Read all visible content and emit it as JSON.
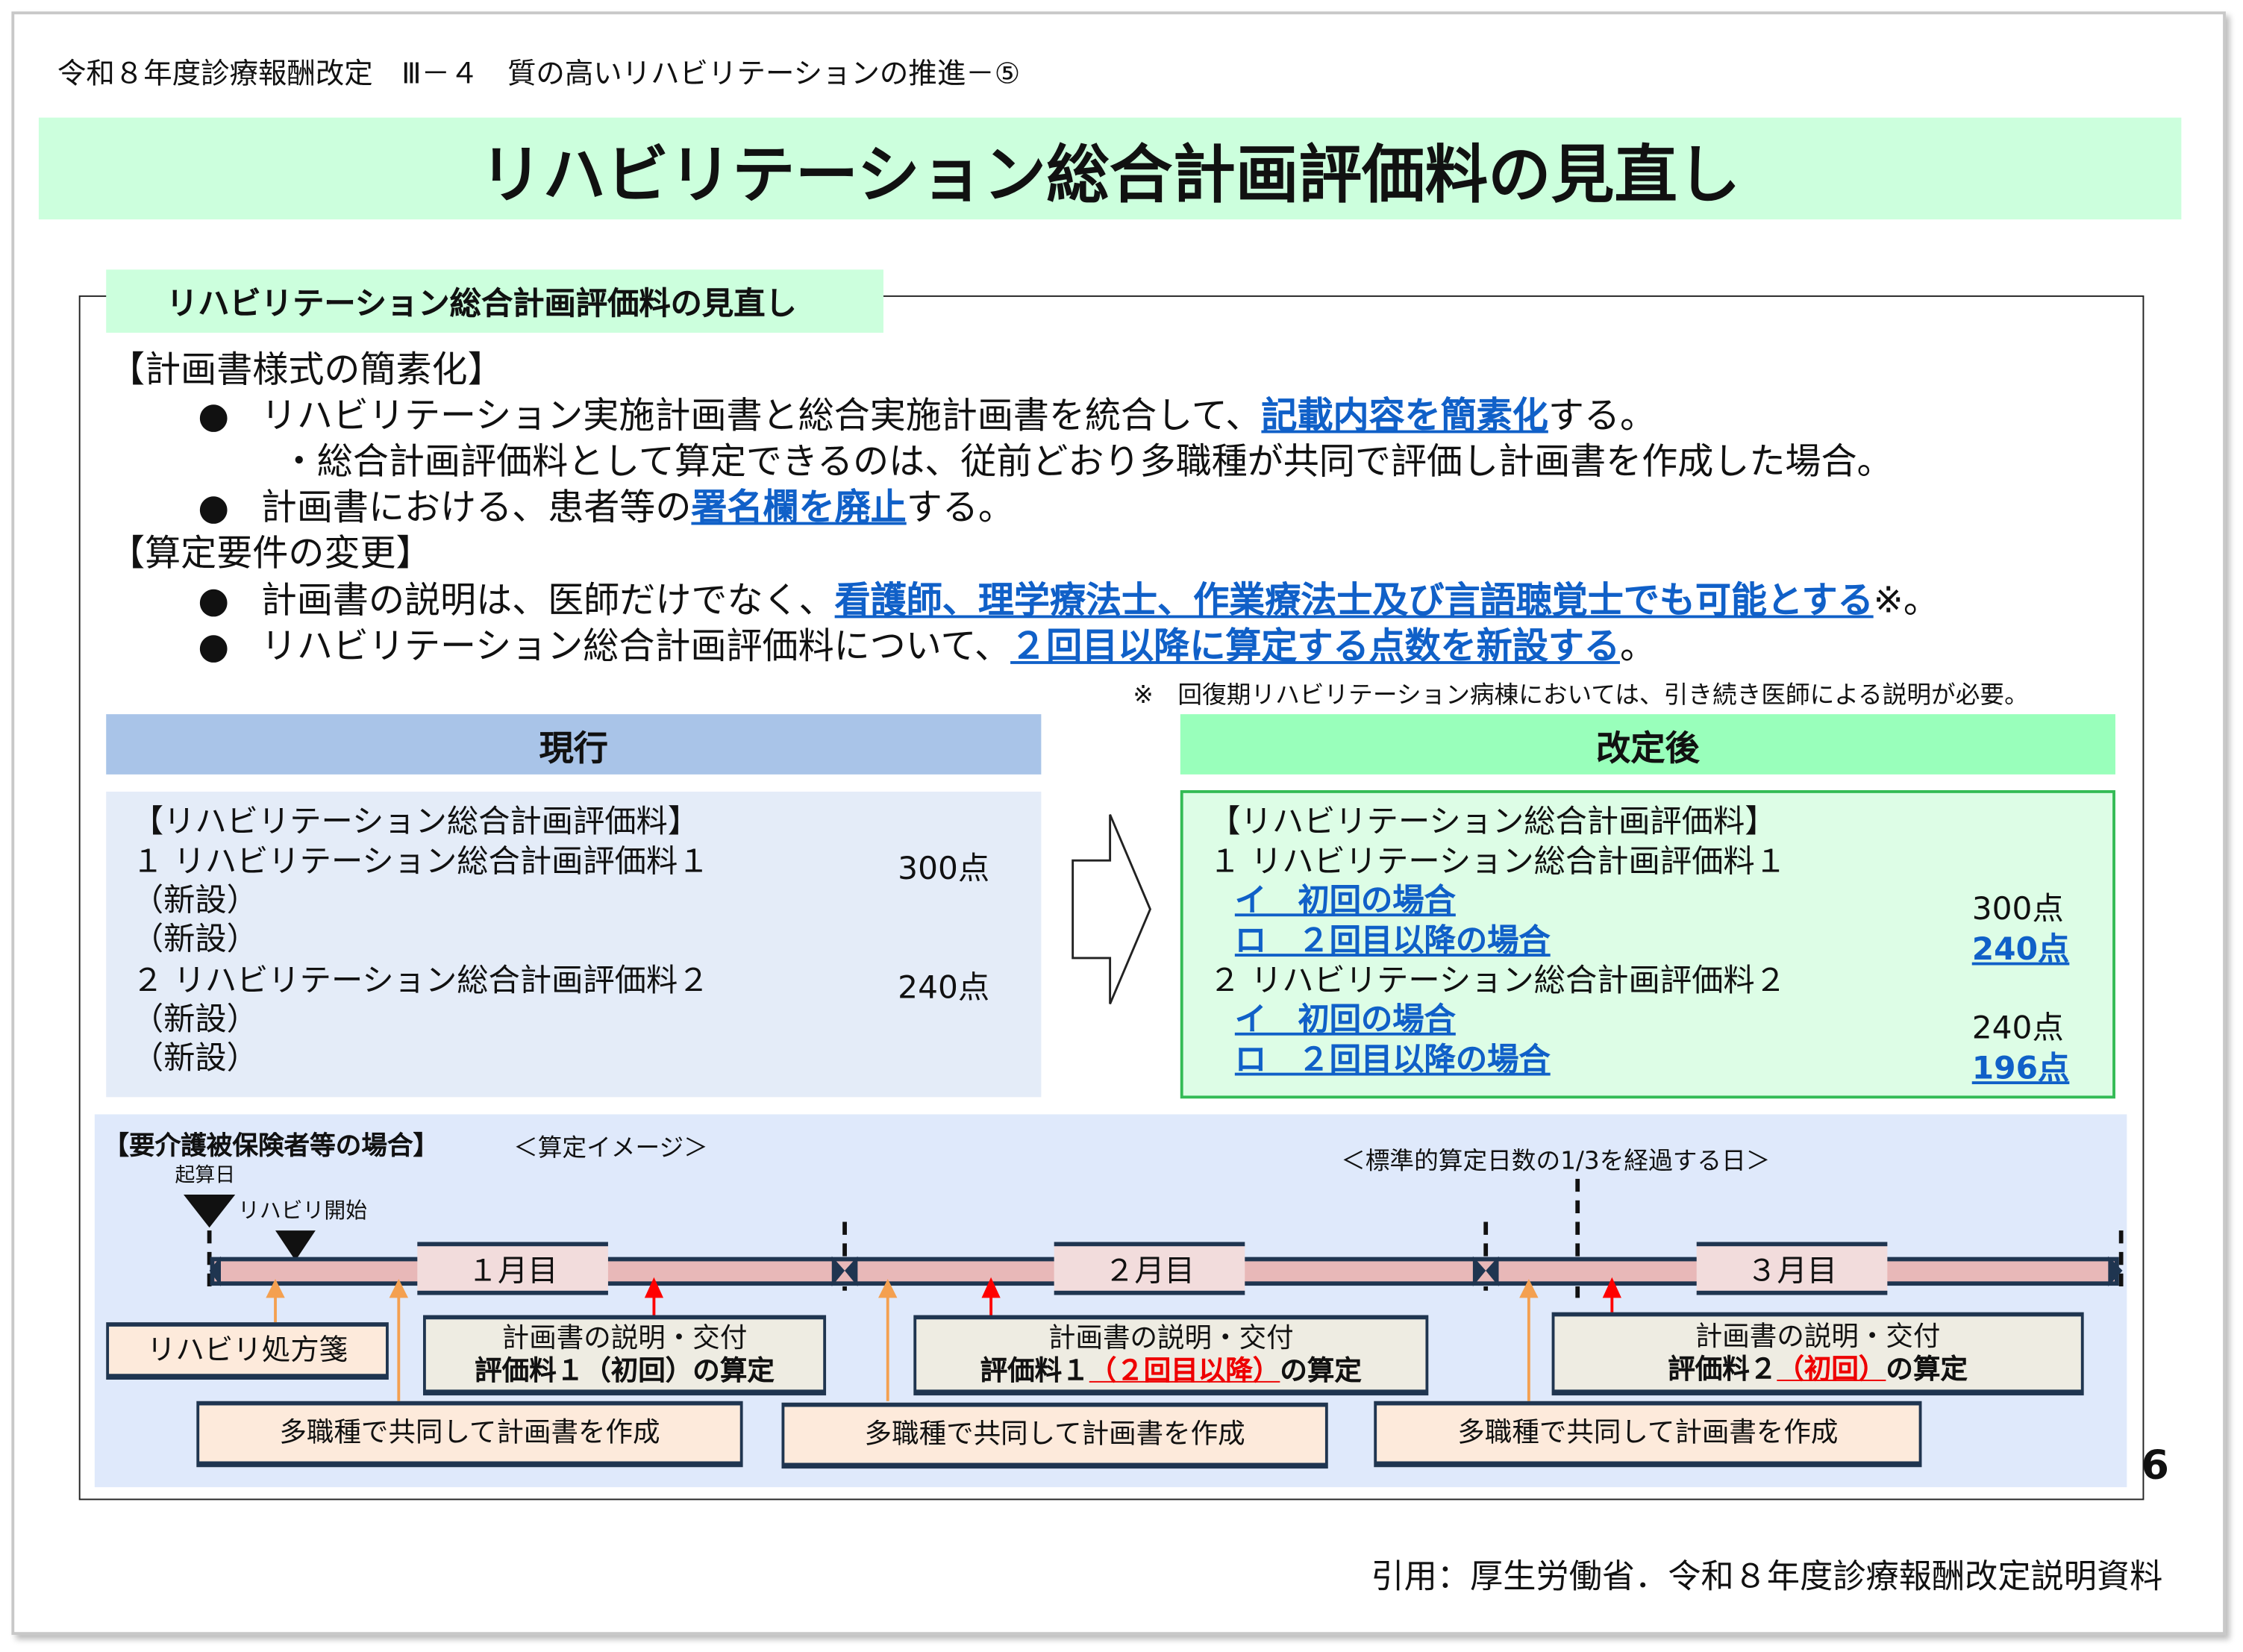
{
  "header": {
    "breadcrumb": "令和８年度診療報酬改定　Ⅲ－４　質の高いリハビリテーションの推進－⑤",
    "title": "リハビリテーション総合計画評価料の見直し"
  },
  "section": {
    "tab_label": "リハビリテーション総合計画評価料の見直し",
    "heading1": "【計画書様式の簡素化】",
    "b1_pre": "リハビリテーション実施計画書と総合実施計画書を統合して、",
    "b1_link": "記載内容を簡素化",
    "b1_post": "する。",
    "sub1": "・総合計画評価料として算定できるのは、従前どおり多職種が共同で評価し計画書を作成した場合。",
    "b2_pre": "計画書における、患者等の",
    "b2_link": "署名欄を廃止",
    "b2_post": "する。",
    "heading2": "【算定要件の変更】",
    "b3_pre": "計画書の説明は、医師だけでなく、",
    "b3_link": "看護師、理学療法士、作業療法士及び言語聴覚士でも可能とする",
    "b3_post": "※。",
    "b4_pre": "リハビリテーション総合計画評価料について、",
    "b4_link": "２回目以降に算定する点数を新設する",
    "b4_post": "。",
    "bullet": "●",
    "note": "※　回復期リハビリテーション病棟においては、引き続き医師による説明が必要。"
  },
  "current": {
    "header": "現行",
    "lines": [
      "【リハビリテーション総合計画評価料】",
      "１ リハビリテーション総合計画評価料１",
      "（新設）",
      "（新設）",
      "２ リハビリテーション総合計画評価料２",
      "（新設）",
      "（新設）"
    ],
    "points": [
      "300点",
      "240点"
    ]
  },
  "revised": {
    "header": "改定後",
    "lines": [
      "【リハビリテーション総合計画評価料】",
      "１ リハビリテーション総合計画評価料１",
      "イ　初回の場合",
      "ロ　２回目以降の場合",
      "２ リハビリテーション総合計画評価料２",
      "イ　初回の場合",
      "ロ　２回目以降の場合"
    ],
    "points": [
      "300点",
      "240点",
      "240点",
      "196点"
    ]
  },
  "diagram": {
    "title": "【要介護被保険者等の場合】",
    "subtitle": "＜算定イメージ＞",
    "standard_day": "＜標準的算定日数の1/3を経過する日＞",
    "start_day": "起算日",
    "rehab_start": "リハビリ開始",
    "months": [
      "１月目",
      "２月目",
      "３月目"
    ],
    "prescription": "リハビリ処方箋",
    "explain": "計画書の説明・交付",
    "calc1_pre": "評価料１（初回）の算定",
    "calc2_pre": "評価料１",
    "calc2_red": "（２回目以降）",
    "calc2_post": "の算定",
    "calc3_pre": "評価料２",
    "calc3_red": "（初回）",
    "calc3_post": "の算定",
    "joint": "多職種で共同して計画書を作成",
    "colors": {
      "orange": "#f4a050",
      "red": "#ff0000",
      "navy": "#1f3550"
    }
  },
  "page_number": "6",
  "citation": "引用：厚生労働省．令和８年度診療報酬改定説明資料"
}
